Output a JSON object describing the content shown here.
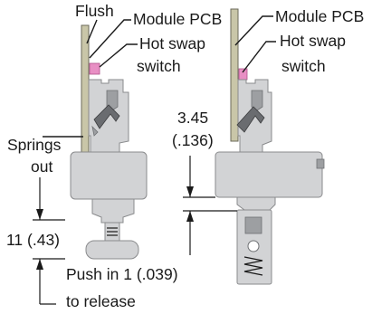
{
  "labels": {
    "flush": "Flush",
    "module_pcb_left": "Module PCB",
    "hot_swap_left_1": "Hot swap",
    "hot_swap_left_2": "switch",
    "module_pcb_right": "Module PCB",
    "hot_swap_right_1": "Hot swap",
    "hot_swap_right_2": "switch",
    "springs_1": "Springs",
    "springs_2": "out",
    "dim_left": "11 (.43)",
    "dim_right_1": "3.45",
    "dim_right_2": "(.136)",
    "push_1": "Push in 1 (.039)",
    "push_2": "to release"
  },
  "colors": {
    "outline": "#1a1a1a",
    "housing": "#d2d3d5",
    "housing_dark": "#9d9fa2",
    "pcb": "#c9c6a8",
    "switch": "#e88fc4",
    "latch": "#6a6c70"
  }
}
